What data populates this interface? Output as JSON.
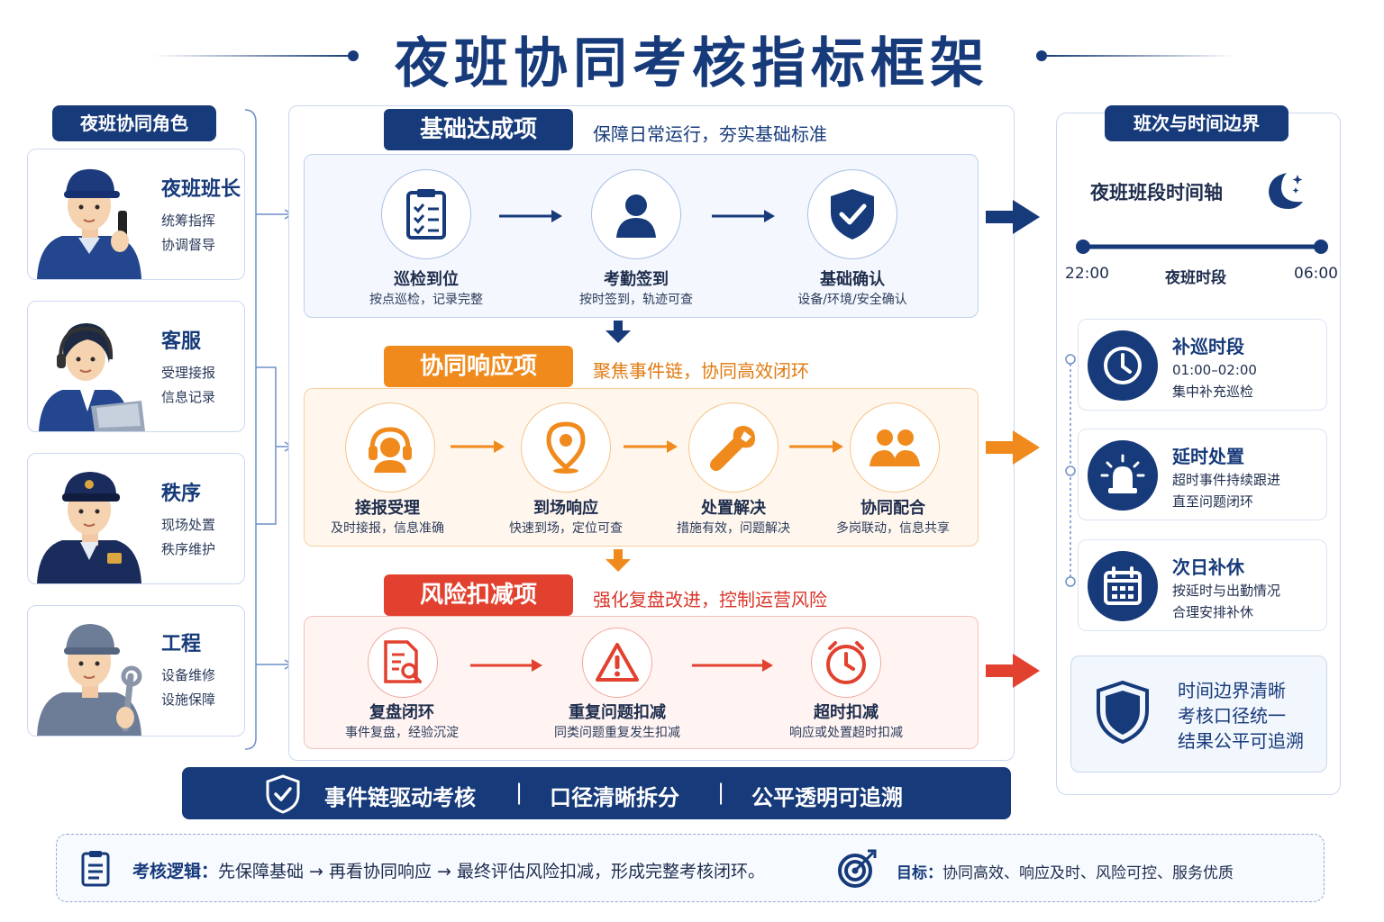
{
  "title": "夜班协同考核指标框架",
  "left": {
    "header": "夜班协同角色",
    "roles": [
      {
        "name": "夜班班长",
        "desc1": "统筹指挥",
        "desc2": "协调督导"
      },
      {
        "name": "客服",
        "desc1": "受理接报",
        "desc2": "信息记录"
      },
      {
        "name": "秩序",
        "desc1": "现场处置",
        "desc2": "秩序维护"
      },
      {
        "name": "工程",
        "desc1": "设备维修",
        "desc2": "设施保障"
      }
    ]
  },
  "sections": {
    "basic": {
      "label": "基础达成项",
      "subtitle": "保障日常运行，夯实基础标准",
      "color": "#163a7a",
      "items": [
        {
          "title": "巡检到位",
          "desc": "按点巡检，记录完整",
          "icon": "clipboard-icon"
        },
        {
          "title": "考勤签到",
          "desc": "按时签到，轨迹可查",
          "icon": "person-icon"
        },
        {
          "title": "基础确认",
          "desc": "设备/环境/安全确认",
          "icon": "shield-check-icon"
        }
      ]
    },
    "collab": {
      "label": "协同响应项",
      "subtitle": "聚焦事件链，协同高效闭环",
      "color": "#f08a1c",
      "items": [
        {
          "title": "接报受理",
          "desc": "及时接报，信息准确",
          "icon": "headset-icon"
        },
        {
          "title": "到场响应",
          "desc": "快速到场，定位可查",
          "icon": "location-pin-icon"
        },
        {
          "title": "处置解决",
          "desc": "措施有效，问题解决",
          "icon": "wrench-icon"
        },
        {
          "title": "协同配合",
          "desc": "多岗联动，信息共享",
          "icon": "people-icon"
        }
      ]
    },
    "risk": {
      "label": "风险扣减项",
      "subtitle": "强化复盘改进，控制运营风险",
      "color": "#e2412f",
      "items": [
        {
          "title": "复盘闭环",
          "desc": "事件复盘，经验沉淀",
          "icon": "doc-search-icon"
        },
        {
          "title": "重复问题扣减",
          "desc": "同类问题重复发生扣减",
          "icon": "warning-icon"
        },
        {
          "title": "超时扣减",
          "desc": "响应或处置超时扣减",
          "icon": "clock-icon"
        }
      ]
    }
  },
  "right": {
    "header": "班次与时间边界",
    "timeline_title": "夜班班段时间轴",
    "start": "22:00",
    "middle": "夜班时段",
    "end": "06:00",
    "cards": [
      {
        "title": "补巡时段",
        "desc1": "01:00–02:00",
        "desc2": "集中补充巡检",
        "icon": "clock-icon"
      },
      {
        "title": "延时处置",
        "desc1": "超时事件持续跟进",
        "desc2": "直至问题闭环",
        "icon": "alarm-light-icon"
      },
      {
        "title": "次日补休",
        "desc1": "按延时与出勤情况",
        "desc2": "合理安排补休",
        "icon": "calendar-icon"
      }
    ],
    "summary": {
      "line1": "时间边界清晰",
      "line2": "考核口径统一",
      "line3": "结果公平可追溯"
    }
  },
  "banner": {
    "part1": "事件链驱动考核",
    "sep": "|",
    "part2": "口径清晰拆分",
    "part3": "公平透明可追溯"
  },
  "bottom": {
    "logic_label": "考核逻辑：",
    "logic_text": "先保障基础 → 再看协同响应 → 最终评估风险扣减，形成完整考核闭环。",
    "goal_label": "目标：",
    "goal_text": "协同高效、响应及时、风险可控、服务优质"
  }
}
